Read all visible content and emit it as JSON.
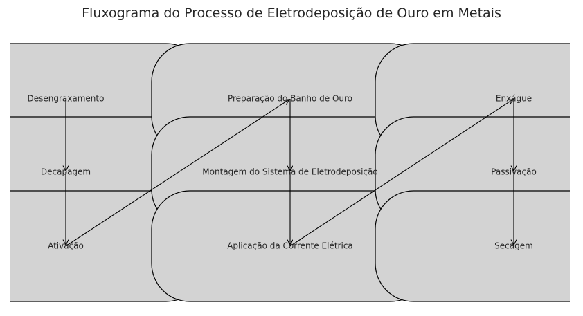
{
  "title": "Fluxograma do Processo de Eletrodeposição de Ouro em Metais",
  "colors": {
    "node_fill": "#d3d3d3",
    "node_stroke": "#000000",
    "edge": "#000000",
    "text": "#262626"
  },
  "nodes": [
    {
      "id": "desengraxamento",
      "label": "Desengraxamento"
    },
    {
      "id": "decapagem",
      "label": "Decapagem"
    },
    {
      "id": "ativacao",
      "label": "Ativação"
    },
    {
      "id": "preparacao",
      "label": "Preparação do Banho de Ouro"
    },
    {
      "id": "montagem",
      "label": "Montagem do Sistema de Eletrodeposição"
    },
    {
      "id": "aplicacao",
      "label": "Aplicação da Corrente Elétrica"
    },
    {
      "id": "enxague",
      "label": "Enxágue"
    },
    {
      "id": "passivacao",
      "label": "Passivação"
    },
    {
      "id": "secagem",
      "label": "Secagem"
    }
  ],
  "edges": [
    {
      "from": "desengraxamento",
      "to": "decapagem"
    },
    {
      "from": "decapagem",
      "to": "ativacao"
    },
    {
      "from": "ativacao",
      "to": "preparacao"
    },
    {
      "from": "preparacao",
      "to": "montagem"
    },
    {
      "from": "montagem",
      "to": "aplicacao"
    },
    {
      "from": "aplicacao",
      "to": "enxague"
    },
    {
      "from": "enxague",
      "to": "passivacao"
    },
    {
      "from": "passivacao",
      "to": "secagem"
    }
  ]
}
